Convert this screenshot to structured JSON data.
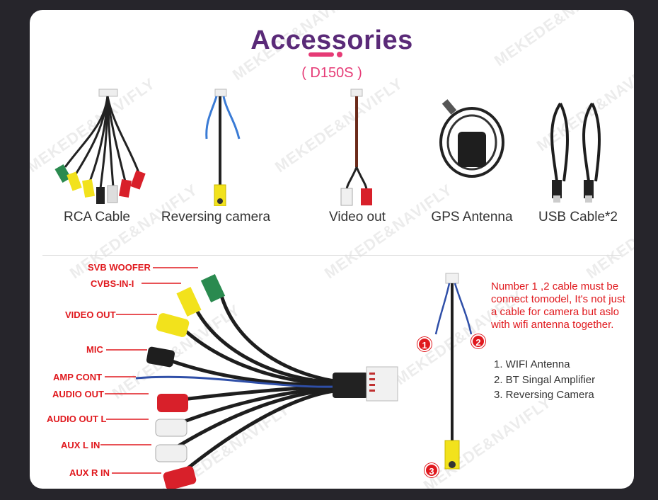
{
  "header": {
    "title": "Accessories",
    "model": "( D150S )"
  },
  "accessories": [
    {
      "label": "RCA Cable",
      "icon": "rca-cable-icon"
    },
    {
      "label": "Reversing  camera",
      "icon": "reversing-camera-cable-icon"
    },
    {
      "label": "Video out",
      "icon": "video-out-cable-icon"
    },
    {
      "label": "GPS Antenna",
      "icon": "gps-antenna-icon"
    },
    {
      "label": "USB Cable*2",
      "icon": "usb-cable-icon"
    }
  ],
  "harness_labels": [
    "SVB WOOFER",
    "CVBS-IN-I",
    "VIDEO OUT",
    "MIC",
    "AMP CONT",
    "AUDIO OUT",
    "AUDIO OUT L",
    "AUX L IN",
    "AUX R IN"
  ],
  "note": "Number 1 ,2 cable must be connect tomodel, It's not just a cable for camera but aslo with wifi antenna together.",
  "functions": [
    "1. WIFI Antenna",
    "2. BT Singal Amplifier",
    "3. Reversing Camera"
  ],
  "badges": [
    "1",
    "2",
    "3"
  ],
  "watermark": "MEKEDE&NAVIFLY",
  "colors": {
    "background": "#26252b",
    "title": "#5a2a78",
    "accent": "#e63b76",
    "label_red": "#e0191e"
  }
}
